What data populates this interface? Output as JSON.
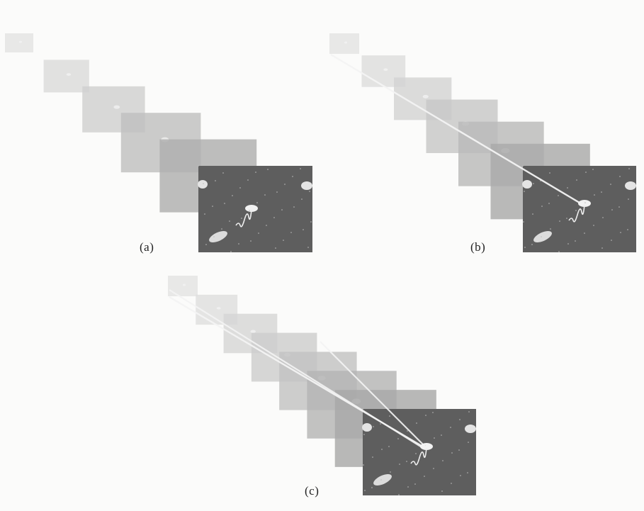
{
  "figure": {
    "panels": [
      {
        "id": "a",
        "caption": "(a)",
        "frame_count": 6,
        "trails": 0
      },
      {
        "id": "b",
        "caption": "(b)",
        "frame_count": 7,
        "trails": 1
      },
      {
        "id": "c",
        "caption": "(c)",
        "frame_count": 8,
        "trails": 2
      }
    ],
    "colors": {
      "background": "#fbfbfa",
      "front_frame": "#5e5e5e",
      "back_frame": "#e3e3e3",
      "trail": "#f4f4f4",
      "text": "#222222"
    }
  }
}
